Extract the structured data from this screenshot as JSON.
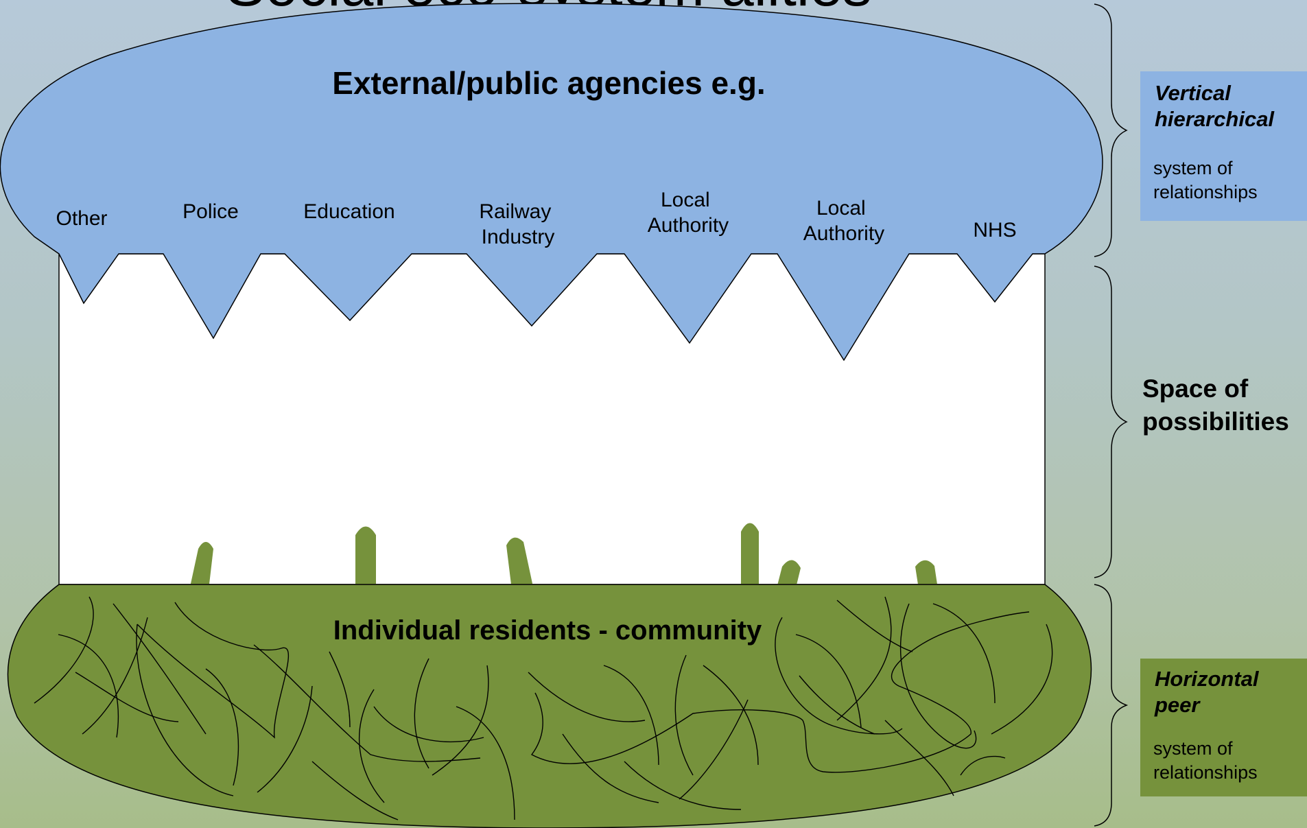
{
  "title": "Social eco-system alities",
  "top_ellipse": {
    "heading": "External/public agencies e.g.",
    "fill": "#8db3e2",
    "agencies": [
      {
        "lines": [
          "Other"
        ]
      },
      {
        "lines": [
          "Police"
        ]
      },
      {
        "lines": [
          "Education"
        ]
      },
      {
        "lines": [
          "Railway",
          "Industry"
        ]
      },
      {
        "lines": [
          "Local",
          "Authority"
        ]
      },
      {
        "lines": [
          "Local",
          "Authority"
        ]
      },
      {
        "lines": [
          "NHS"
        ]
      }
    ]
  },
  "bottom_ellipse": {
    "heading": "Individual residents - community",
    "fill": "#76923c"
  },
  "right_labels": {
    "vertical": {
      "line1": "Vertical",
      "line2": "hierarchical",
      "sub1": "system of",
      "sub2": "relationships",
      "fill": "#8db3e2"
    },
    "middle": {
      "line1": "Space of",
      "line2": "possibilities"
    },
    "horizontal": {
      "line1": "Horizontal",
      "line2": "peer",
      "sub1": "system of",
      "sub2": "relationships",
      "fill": "#76923c"
    }
  }
}
